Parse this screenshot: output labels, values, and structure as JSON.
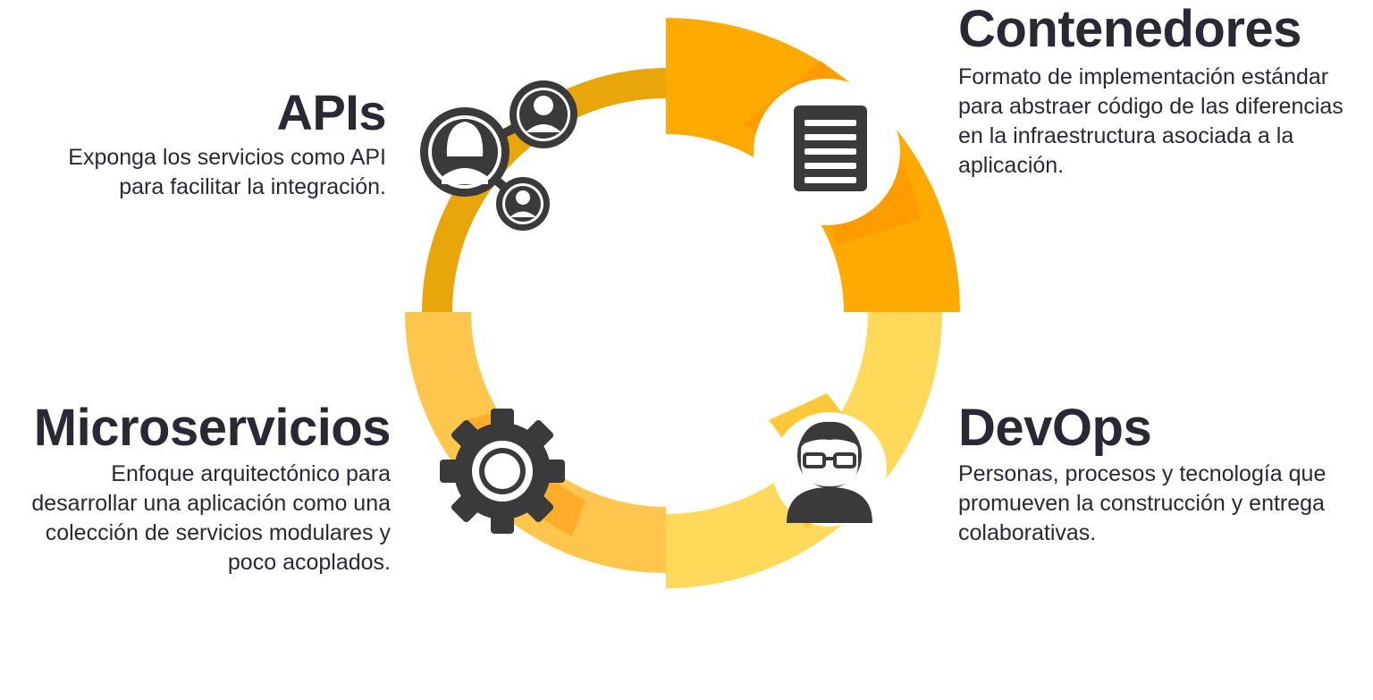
{
  "sections": {
    "contenedores": {
      "title": "Contenedores",
      "description": "Formato de implementación estándar para abstraer código de las diferencias en la infraestructura asociada a la aplicación.",
      "icon": "document-icon"
    },
    "apis": {
      "title": "APIs",
      "description": "Exponga los servicios como API para facilitar la integración.",
      "icon": "user-network-icon"
    },
    "microservicios": {
      "title": "Microservicios",
      "description": "Enfoque arquitectónico para desarrollar una aplicación como una colección de servicios modulares y poco acoplados.",
      "icon": "gear-icon"
    },
    "devops": {
      "title": "DevOps",
      "description": "Personas, procesos y tecnología que promueven la construcción y entrega colaborativas.",
      "icon": "developer-icon"
    }
  },
  "colors": {
    "contenedores": "#FFAA00",
    "apis": "#E8A60A",
    "microservicios": "#FFC64D",
    "devops": "#FFD95A",
    "accent": "#FF9A00",
    "icon_dark": "#3A3A3A",
    "text": "#2B2836"
  }
}
